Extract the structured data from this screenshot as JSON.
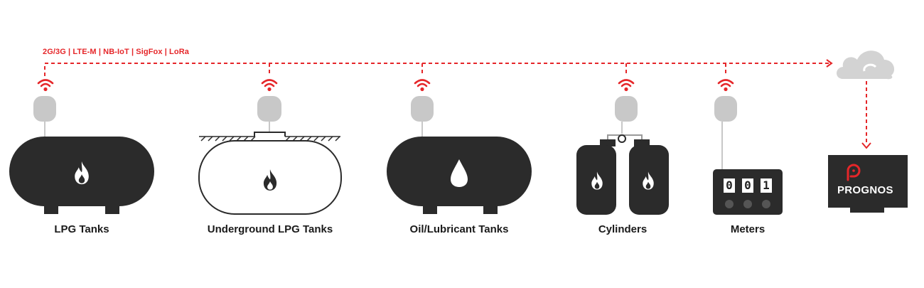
{
  "network": {
    "protocols": "2G/3G | LTE-M | NB-IoT | SigFox | LoRa"
  },
  "devices": [
    {
      "id": "lpg",
      "label": "LPG Tanks",
      "icon": "flame-icon"
    },
    {
      "id": "underground",
      "label": "Underground LPG Tanks",
      "icon": "flame-icon"
    },
    {
      "id": "oil",
      "label": "Oil/Lubricant Tanks",
      "icon": "drop-icon"
    },
    {
      "id": "cylinders",
      "label": "Cylinders",
      "icon": "flame-icon"
    },
    {
      "id": "meters",
      "label": "Meters",
      "icon": "counter-icon"
    }
  ],
  "meter": {
    "digits": [
      "0",
      "0",
      "1"
    ]
  },
  "platform": {
    "name": "PROGNOS"
  },
  "colors": {
    "accent": "#e52629",
    "dark": "#2b2b2b",
    "sensor": "#c8c8c8",
    "cloud": "#d3d3d3"
  }
}
